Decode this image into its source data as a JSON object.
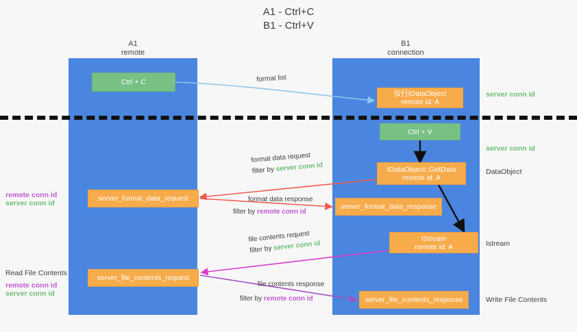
{
  "title": {
    "line1": "A1 - Ctrl+C",
    "line2": "B1 - Ctrl+V"
  },
  "lanes": [
    {
      "name": "A1",
      "sub": "remote"
    },
    {
      "name": "B1",
      "sub": "connection"
    }
  ],
  "boxes": {
    "ctrl_c": {
      "line1": "Ctrl + C"
    },
    "idataobject": {
      "line1": "仅行IDataObject",
      "line2": "remote id: A"
    },
    "ctrl_v": {
      "line1": "Ctrl + V"
    },
    "getdata": {
      "line1": "IDataObject::GetData",
      "line2": "remote id: A"
    },
    "server_format_data_request": {
      "line1": "server_format_data_request"
    },
    "server_format_data_response": {
      "line1": "server_format_data_response"
    },
    "istream": {
      "line1": "IStream",
      "line2": "remote id: A"
    },
    "server_file_contents_request": {
      "line1": "server_file_contents_request"
    },
    "server_file_contents_response": {
      "line1": "server_file_contents_response"
    }
  },
  "arrow_labels": {
    "format_list": "format list",
    "format_data_request": "format data request",
    "format_data_request_filter_prefix": "filter by ",
    "format_data_request_filter_value": "server conn id",
    "format_data_response": "format data response",
    "format_data_response_filter_prefix": "filter by ",
    "format_data_response_filter_value": "remote conn id",
    "file_contents_request": "file contents request",
    "file_contents_request_filter_prefix": "filter by ",
    "file_contents_request_filter_value": "server conn id",
    "file_contents_response": "file contents response",
    "file_contents_response_filter_prefix": "filter by ",
    "file_contents_response_filter_value": "remote conn id"
  },
  "right_labels": {
    "server_conn_id_top": "server conn id",
    "server_conn_id_mid": "server conn id",
    "dataobject": "DataObject",
    "istream": "Istream",
    "write_file_contents": "Write File Contents"
  },
  "left_labels": {
    "remote_conn_id_1": "remote conn id",
    "server_conn_id_1": "server conn id",
    "read_file_contents": "Read File Contents",
    "remote_conn_id_2": "remote conn id",
    "server_conn_id_2": "server conn id"
  },
  "colors": {
    "lane": "#4a86df",
    "orange": "#f7ab4a",
    "green": "#78c185",
    "green_text": "#6bbf72",
    "magenta_text": "#c05ad0",
    "arrow_blue": "#8ec6ea",
    "arrow_red": "#ef5a4e",
    "arrow_magenta": "#d63bc9",
    "arrow_purple": "#a24fc4",
    "arrow_dark": "#111111",
    "background": "#f7f7f7"
  }
}
